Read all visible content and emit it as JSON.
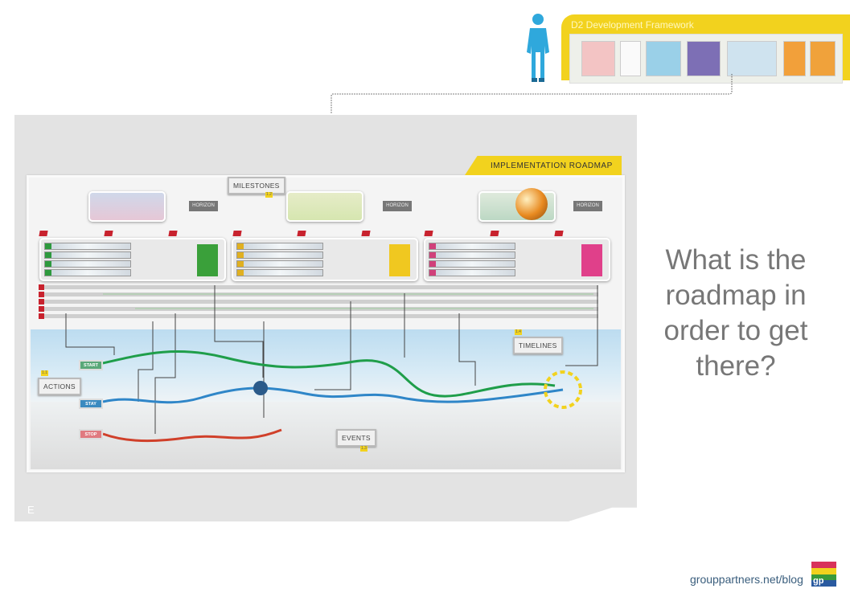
{
  "framework": {
    "title": "D2 Development Framework"
  },
  "roadmap": {
    "header": "IMPLEMENTATION ROADMAP",
    "labels": {
      "milestones": "MILESTONES",
      "actions": "ACTIONS",
      "timelines": "TIMELINES",
      "events": "EVENTS"
    },
    "badges": {
      "actions": "1.1",
      "milestones": "1.2",
      "events": "1.3",
      "timelines": "1.4"
    },
    "horizon": "HORIZON",
    "paths": {
      "start": "START",
      "stay": "STAY",
      "stop": "STOP"
    },
    "panel_letter": "E",
    "colors": {
      "start": "#1f9e4a",
      "stay": "#2f86c8",
      "stop": "#d0402a"
    }
  },
  "question": "What is the roadmap in order to get there?",
  "footer": {
    "url": "grouppartners.net/blog",
    "logo": "gp"
  }
}
